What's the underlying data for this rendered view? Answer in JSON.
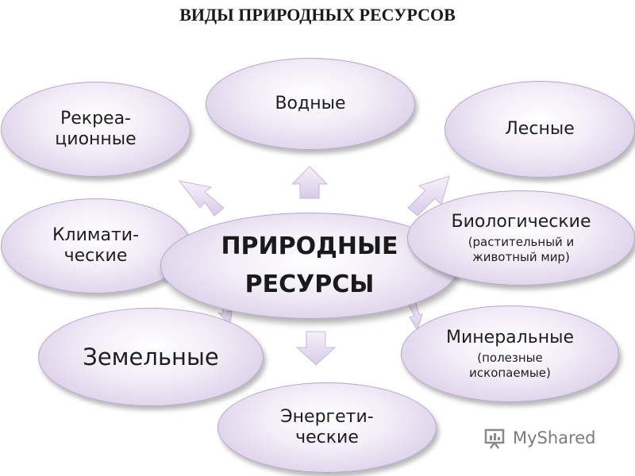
{
  "title": "ВИДЫ ПРИРОДНЫХ РЕСУРСОВ",
  "center": {
    "line1": "ПРИРОДНЫЕ",
    "line2": "РЕСУРСЫ"
  },
  "nodes": {
    "vodnye": {
      "main": "Водные"
    },
    "lesnye": {
      "main": "Лесные"
    },
    "rekreacionnye": {
      "line1": "Рекреа-",
      "line2": "ционные"
    },
    "klimaticheskie": {
      "line1": "Климати-",
      "line2": "ческие"
    },
    "biologicheskie": {
      "main": "Биологические",
      "sub1": "(растительный и",
      "sub2": "животный мир)"
    },
    "zemelnye": {
      "main": "Земельные"
    },
    "mineralnye": {
      "main": "Минеральные",
      "sub1": "(полезные",
      "sub2": "ископаемые)"
    },
    "energeticheskie": {
      "line1": "Энергети-",
      "line2": "ческие"
    }
  },
  "watermark": {
    "text": "MyShared"
  },
  "colors": {
    "node_fill": "#ddd0e9",
    "node_border": "#b7a5cc",
    "arrow_fill": "#e8def2"
  }
}
